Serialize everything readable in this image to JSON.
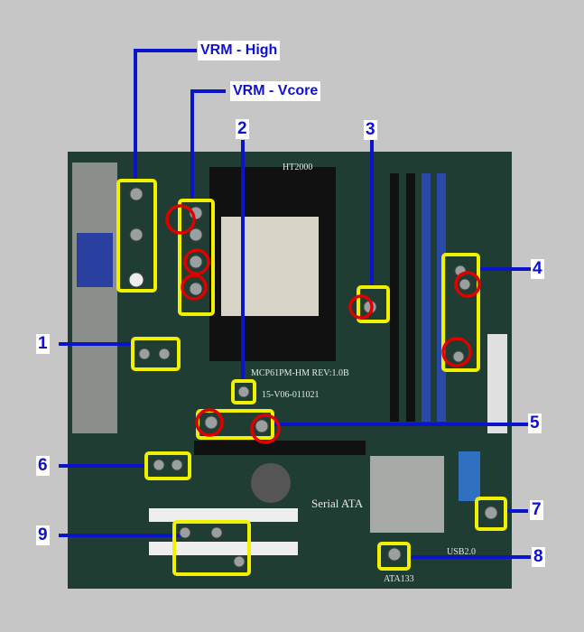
{
  "labels": {
    "vrm_high": "VRM - High",
    "vrm_vcore": "VRM - Vcore",
    "n1": "1",
    "n2": "2",
    "n3": "3",
    "n4": "4",
    "n5": "5",
    "n6": "6",
    "n7": "7",
    "n8": "8",
    "n9": "9"
  },
  "silkscreen": {
    "ht": "HT2000",
    "model": "MCP61PM-HM REV:1.0B",
    "serial": "15-V06-011021",
    "sata": "Serial ATA",
    "usb": "USB2.0",
    "ata": "ATA133"
  },
  "colors": {
    "annotation_line": "#0a14c8",
    "highlight_box": "#f0f000",
    "cap_circle": "#e00000",
    "board": "#1d3b30"
  }
}
